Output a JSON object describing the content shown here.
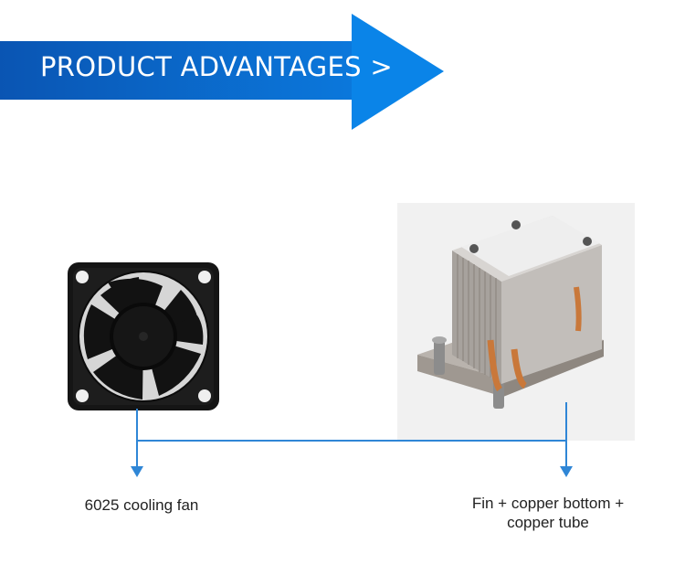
{
  "header": {
    "title": "PRODUCT ADVANTAGES",
    "chevron": ">",
    "accent_color": "#0b63c6",
    "arrow_color": "#0a84e8"
  },
  "items": [
    {
      "label": "6025 cooling fan",
      "icon": "cooling-fan-image"
    },
    {
      "label_lines": [
        "Fin + copper bottom +",
        "copper tube"
      ],
      "icon": "heatsink-image"
    }
  ],
  "connector_color": "#2f86d6"
}
